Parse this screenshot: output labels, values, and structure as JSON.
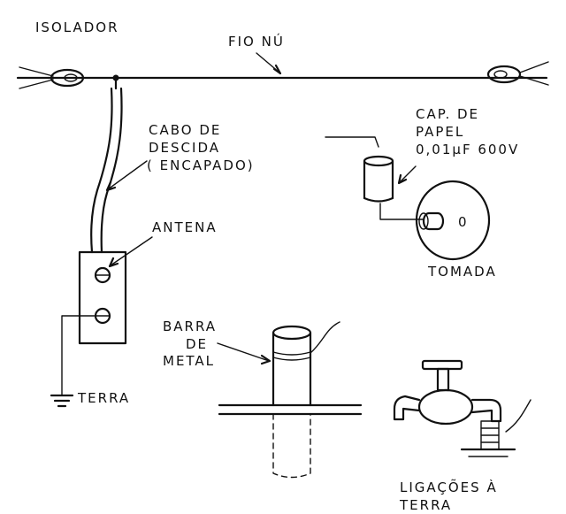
{
  "labels": {
    "isolador": "ISOLADOR",
    "fio_nu": "FIO NÚ",
    "cabo_line1": "CABO DE",
    "cabo_line2": "DESCIDA",
    "cabo_line3": "( ENCAPADO)",
    "cap_line1": "CAP. DE",
    "cap_line2": "PAPEL",
    "cap_line3": "0,01µF 600V",
    "antena": "ANTENA",
    "tomada": "TOMADA",
    "terra": "TERRA",
    "barra_line1": "BARRA",
    "barra_line2": "DE",
    "barra_line3": "METAL",
    "ligacoes_line1": "LIGAÇÕES À",
    "ligacoes_line2": "TERRA",
    "tomada_hole": "0"
  }
}
